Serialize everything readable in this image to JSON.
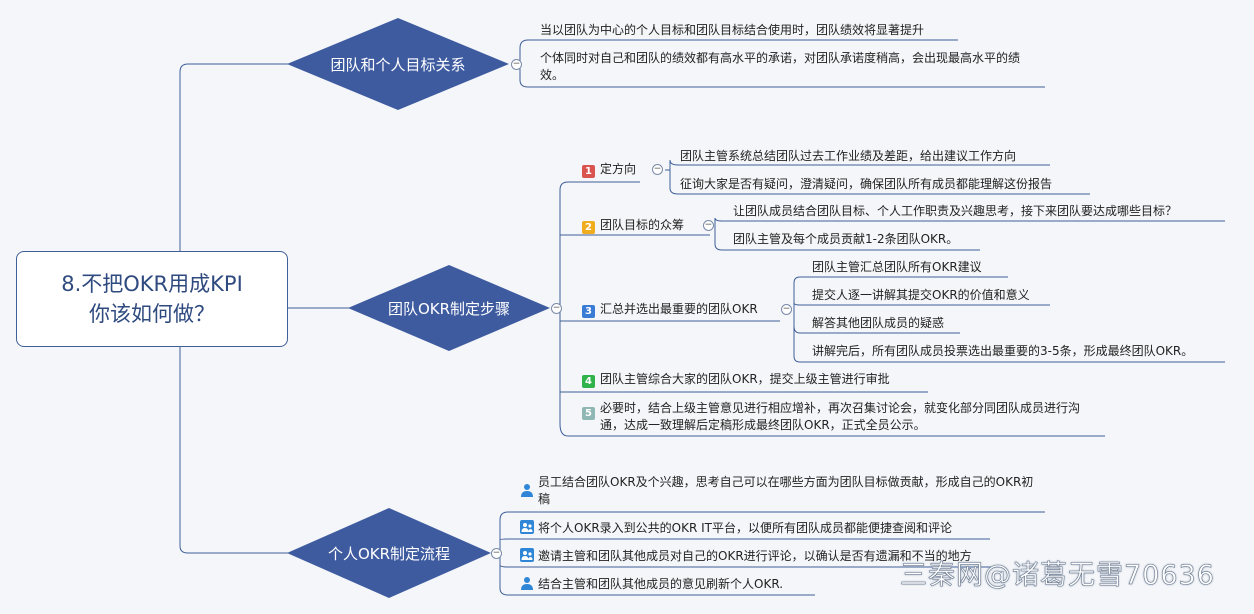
{
  "root": {
    "line1": "8.不把OKR用成KPI",
    "line2": "你该如何做？"
  },
  "branch1": {
    "title": "团队和个人目标关系",
    "items": [
      "当以团队为中心的个人目标和团队目标结合使用时，团队绩效将显著提升",
      "个体同时对自己和团队的绩效都有高水平的承诺，对团队承诺度稍高，会出现最高水平的绩效。"
    ]
  },
  "branch2": {
    "title": "团队OKR制定步骤",
    "steps": [
      {
        "num": "1",
        "color": "#d9534f",
        "label": "定方向",
        "items": [
          "团队主管系统总结团队过去工作业绩及差距，给出建议工作方向",
          "征询大家是否有疑问，澄清疑问，确保团队所有成员都能理解这份报告"
        ]
      },
      {
        "num": "2",
        "color": "#f0ad1e",
        "label": "团队目标的众筹",
        "items": [
          "让团队成员结合团队目标、个人工作职责及兴趣思考，接下来团队要达成哪些目标？",
          "团队主管及每个成员贡献1-2条团队OKR。"
        ]
      },
      {
        "num": "3",
        "color": "#3a7bd5",
        "label": "汇总并选出最重要的团队OKR",
        "items": [
          "团队主管汇总团队所有OKR建议",
          "提交人逐一讲解其提交OKR的价值和意义",
          "解答其他团队成员的疑惑",
          "讲解完后，所有团队成员投票选出最重要的3-5条，形成最终团队OKR。"
        ]
      },
      {
        "num": "4",
        "color": "#2fb34a",
        "label": "团队主管综合大家的团队OKR，提交上级主管进行审批",
        "items": []
      },
      {
        "num": "5",
        "color": "#8fb8b4",
        "label": "必要时，结合上级主管意见进行相应增补，再次召集讨论会，就变化部分同团队成员进行沟通，达成一致理解后定稿形成最终团队OKR，正式全员公示。",
        "items": []
      }
    ]
  },
  "branch3": {
    "title": "个人OKR制定流程",
    "items": [
      {
        "icon": "person-icon",
        "text": "员工结合团队OKR及个兴趣，思考自己可以在哪些方面为团队目标做贡献，形成自己的OKR初稿"
      },
      {
        "icon": "group-icon",
        "text": "将个人OKR录入到公共的OKR IT平台，以便所有团队成员都能便捷查阅和评论"
      },
      {
        "icon": "group-icon",
        "text": "邀请主管和团队其他成员对自己的OKR进行评论，以确认是否有遗漏和不当的地方"
      },
      {
        "icon": "person-icon",
        "text": "结合主管和团队其他成员的意见刷新个人OKR."
      }
    ]
  },
  "watermark": "三秦网@诸葛无雪70636",
  "colors": {
    "diamond": "#3f5ba0",
    "line": "#3f5f99"
  }
}
